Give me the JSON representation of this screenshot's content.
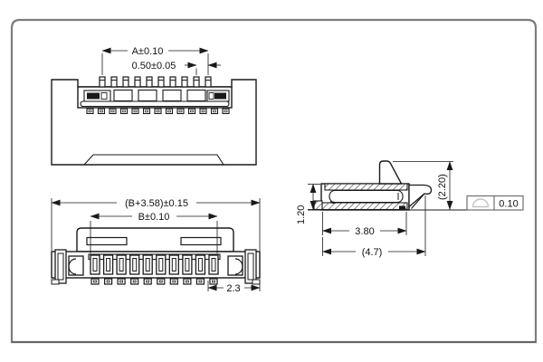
{
  "drawing": {
    "top_view": {
      "dim_pin_span": "A±0.10",
      "dim_pitch": "0.50±0.05"
    },
    "front_view": {
      "dim_overall_width": "(B+3.58)±0.15",
      "dim_contact_span": "B±0.10",
      "dim_end_width": "2.3"
    },
    "side_view": {
      "dim_body_height": "1.20",
      "dim_overall_height": "(2.20)",
      "dim_body_depth": "3.80",
      "dim_overall_depth": "(4.7)",
      "tolerance": {
        "symbol": "surface-profile-icon",
        "value": "0.10"
      }
    },
    "colors": {
      "line": "#1a1a1a",
      "border": "#7d7d7d",
      "background": "#ffffff",
      "symbol_gray": "#c4c4c4"
    }
  }
}
